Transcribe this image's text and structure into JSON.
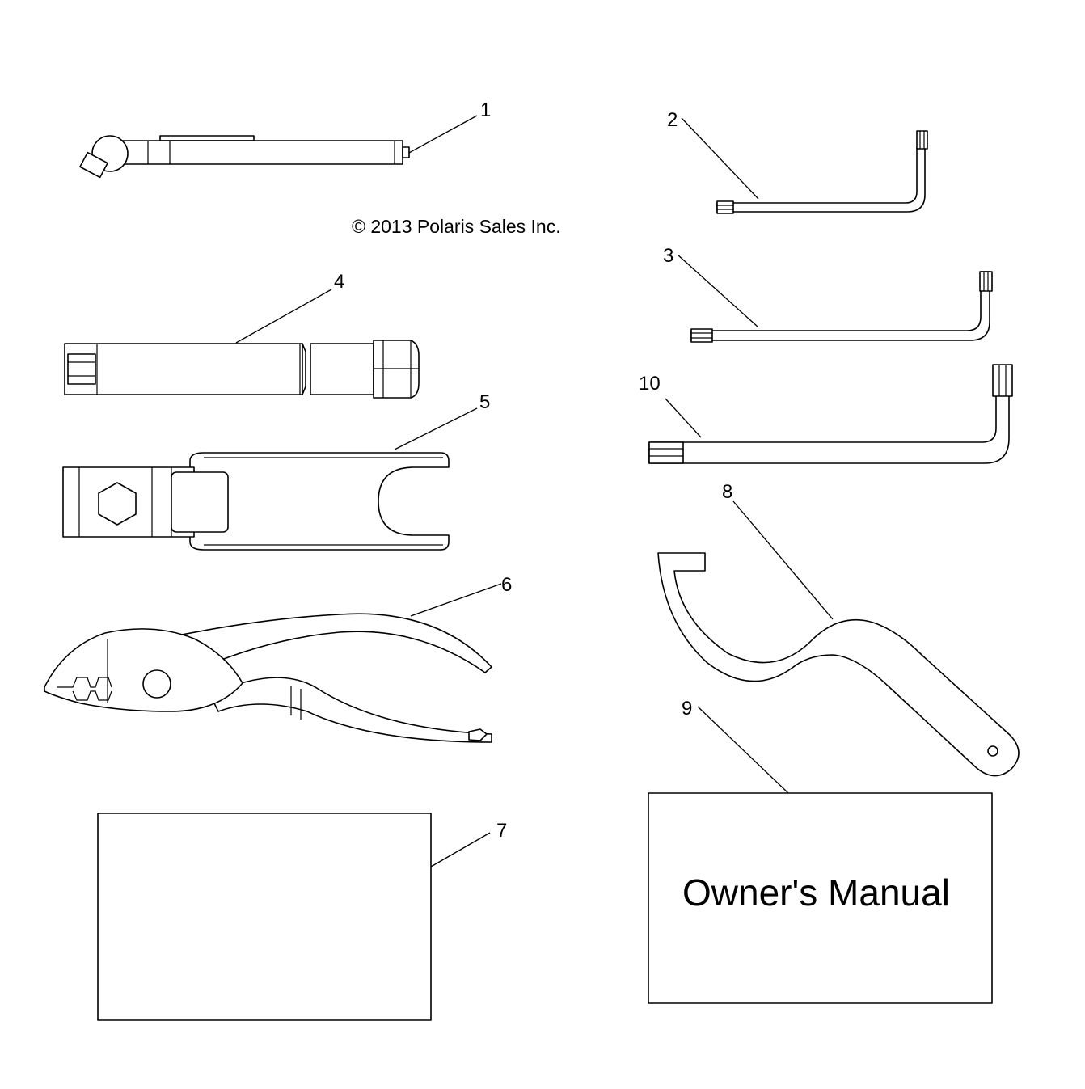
{
  "copyright": "© 2013 Polaris Sales Inc.",
  "parts": [
    {
      "callout": "1",
      "icon": "tire-pressure-gauge-icon"
    },
    {
      "callout": "2",
      "icon": "small-torx-l-key-icon"
    },
    {
      "callout": "3",
      "icon": "medium-torx-l-key-icon"
    },
    {
      "callout": "4",
      "icon": "spark-plug-socket-wrench-icon"
    },
    {
      "callout": "5",
      "icon": "hex-wrench-icon"
    },
    {
      "callout": "6",
      "icon": "slip-joint-pliers-icon"
    },
    {
      "callout": "7",
      "icon": "tool-pouch-card-icon"
    },
    {
      "callout": "8",
      "icon": "spanner-hook-wrench-icon"
    },
    {
      "callout": "9",
      "icon": "owners-manual-icon",
      "label": "Owner's Manual"
    },
    {
      "callout": "10",
      "icon": "large-torx-l-key-icon"
    }
  ]
}
